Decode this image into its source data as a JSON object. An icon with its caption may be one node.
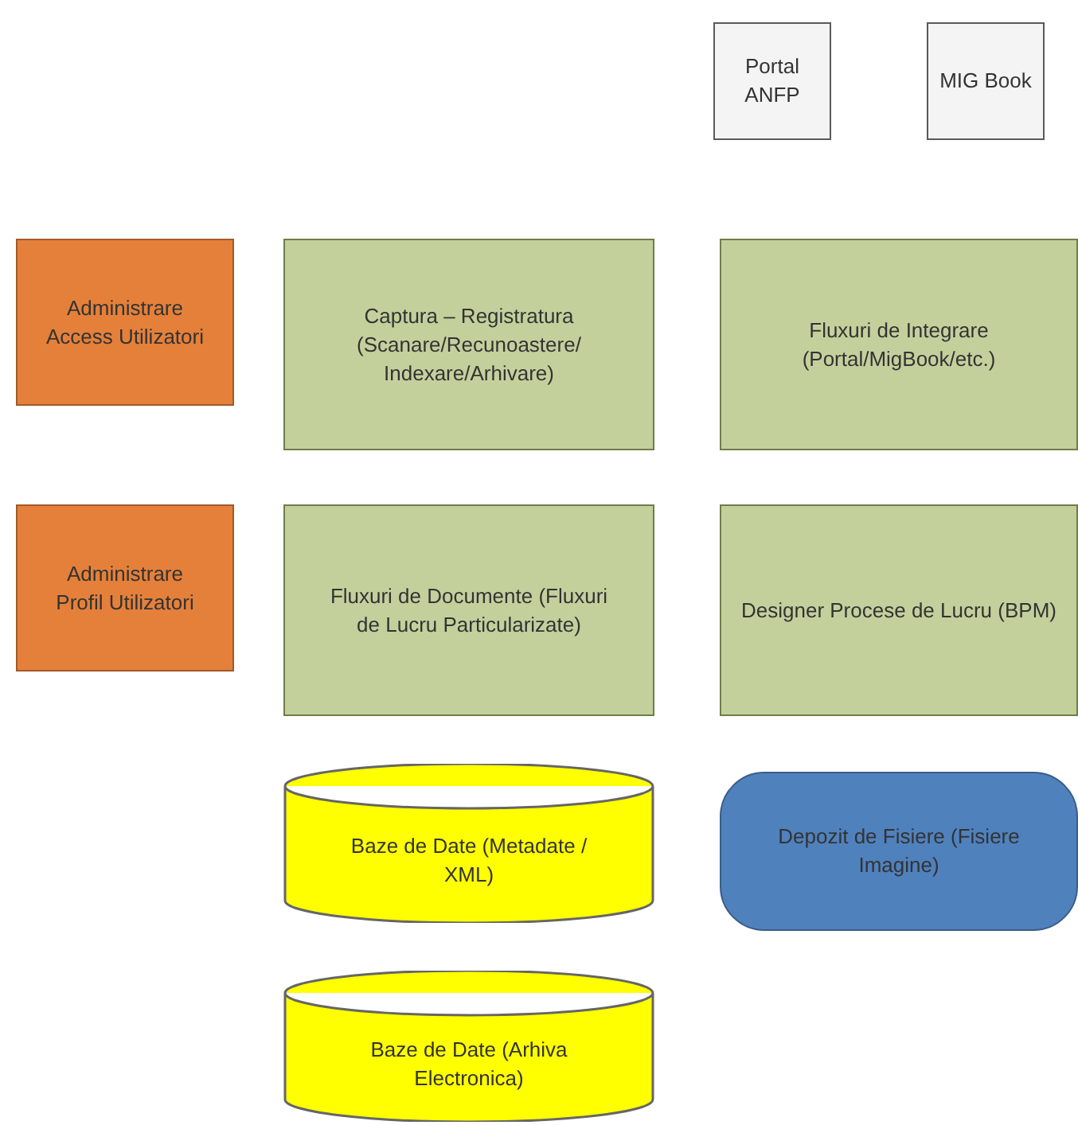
{
  "diagram": {
    "nodes": [
      {
        "text": [
          "Portal ANFP"
        ]
      },
      {
        "text": [
          "MIG Book"
        ]
      },
      {
        "text": [
          "Administrare Access Utilizatori"
        ]
      },
      {
        "text": [
          "Captura – Registratura (Scanare/Recunoastere/ Indexare/Arhivare)"
        ]
      },
      {
        "text": [
          "Fluxuri de Integrare (Portal/MigBook/etc.)"
        ]
      },
      {
        "text": [
          "Administrare Profil Utilizatori"
        ]
      },
      {
        "text": [
          "Fluxuri de Documente (Fluxuri de Lucru Particularizate)"
        ]
      },
      {
        "text": [
          "Designer Procese de Lucru (BPM)"
        ]
      },
      {
        "text": [
          "Baze de Date (Metadate / XML)"
        ]
      },
      {
        "text": [
          "Depozit de Fisiere (Fisiere Imagine)"
        ]
      },
      {
        "text": [
          "Baze de Date (Arhiva Electronica)"
        ]
      }
    ],
    "edges": []
  }
}
